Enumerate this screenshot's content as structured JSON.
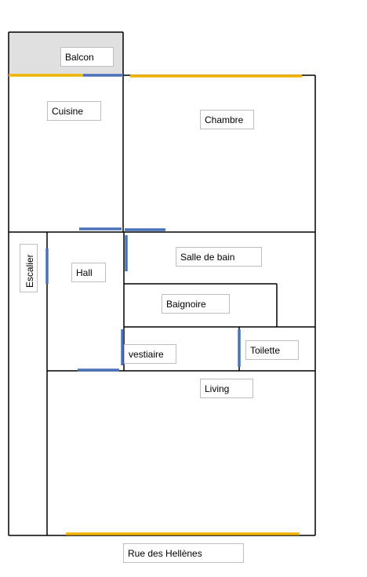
{
  "colors": {
    "wall": "#000000",
    "door": "#4a72b8",
    "window": "#f0b400",
    "balcony_fill": "#e0e0e0",
    "label_border": "#bfbfbf"
  },
  "rooms": {
    "balcon": "Balcon",
    "cuisine": "Cuisine",
    "chambre": "Chambre",
    "escalier": "Escalier",
    "hall": "Hall",
    "salle_de_bain": "Salle de bain",
    "baignoire": "Baignoire",
    "vestiaire": "vestiaire",
    "toilette": "Toilette",
    "living": "Living"
  },
  "street": "Rue des Hellènes"
}
